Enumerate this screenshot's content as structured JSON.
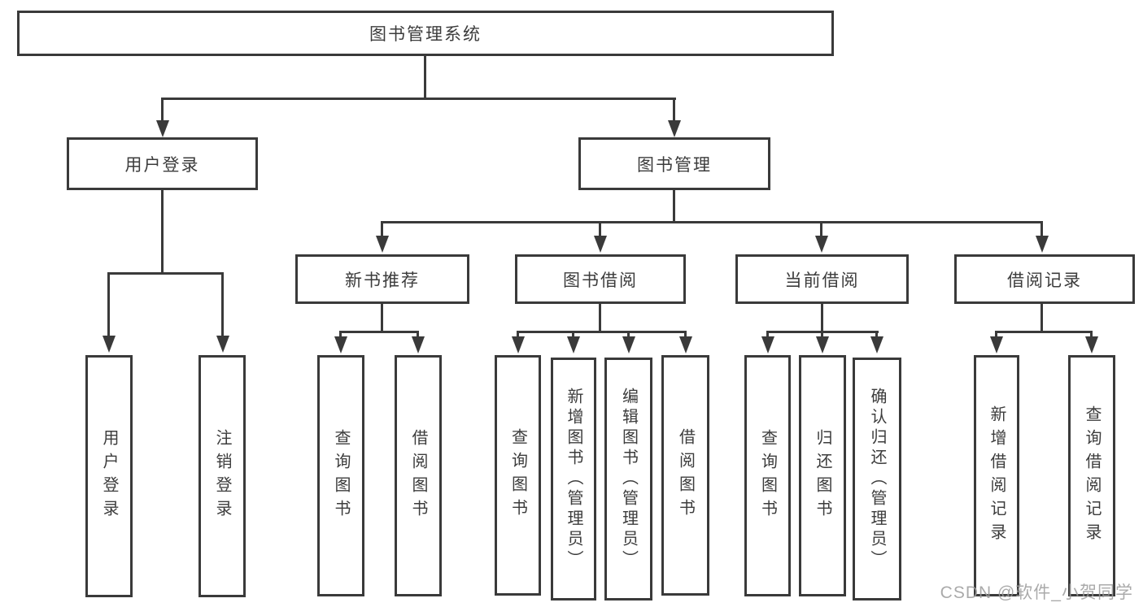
{
  "tree": {
    "root": {
      "label": "图书管理系统"
    },
    "branches": [
      {
        "label": "用户登录",
        "children": [
          "用户登录",
          "注销登录"
        ]
      },
      {
        "label": "图书管理",
        "groups": [
          {
            "label": "新书推荐",
            "children": [
              "查询图书",
              "借阅图书"
            ]
          },
          {
            "label": "图书借阅",
            "children": [
              "查询图书",
              "新增图书（管理员）",
              "编辑图书（管理员）",
              "借阅图书"
            ]
          },
          {
            "label": "当前借阅",
            "children": [
              "查询图书",
              "归还图书",
              "确认归还（管理员）"
            ]
          },
          {
            "label": "借阅记录",
            "children": [
              "新增借阅记录",
              "查询借阅记录"
            ]
          }
        ]
      }
    ]
  },
  "watermark": {
    "text": "CSDN @软件_小贺同学"
  },
  "colors": {
    "background": "#ffffff",
    "box_fill": "#ffffff",
    "box_border": "#3a3a3a",
    "line": "#3a3a3a",
    "text": "#3c3c3c",
    "watermark": "#9c9c9c"
  }
}
